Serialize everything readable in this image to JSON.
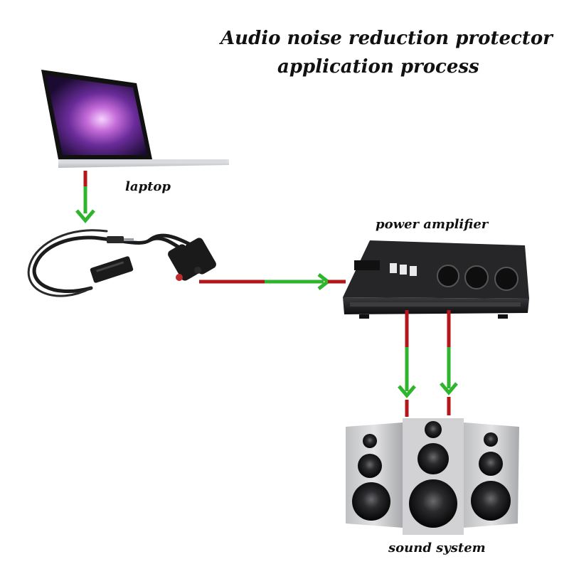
{
  "title": {
    "line1": "Audio noise reduction protector",
    "line2": "application process"
  },
  "labels": {
    "laptop": "laptop",
    "amplifier": "power amplifier",
    "speakers": "sound system"
  },
  "colors": {
    "signal_red": "#b3161b",
    "signal_green": "#2fb52d",
    "device_dark": "#1d1d1f"
  }
}
